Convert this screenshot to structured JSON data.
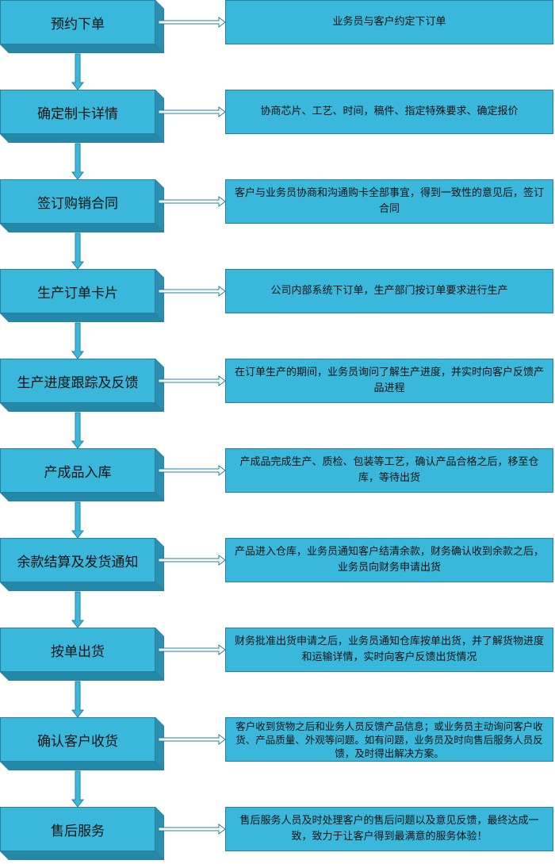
{
  "steps": [
    {
      "title": "预约下单",
      "desc": "业务员与客户约定下订单"
    },
    {
      "title": "确定制卡详情",
      "desc": "协商芯片、工艺、时间，稿件、指定特殊要求、确定报价"
    },
    {
      "title": "签订购销合同",
      "desc": "客户与业务员协商和沟通购卡全部事宜，得到一致性的意见后，签订合同"
    },
    {
      "title": "生产订单卡片",
      "desc": "公司内部系统下订单，生产部门按订单要求进行生产"
    },
    {
      "title": "生产进度跟踪及反馈",
      "desc": "在订单生产的期间，业务员询问了解生产进度，并实时向客户反馈产品进程"
    },
    {
      "title": "产成品入库",
      "desc": "产成品完成生产、质检、包装等工艺，确认产品合格之后，移至仓库，等待出货"
    },
    {
      "title": "余款结算及发货通知",
      "desc": "产品进入仓库，业务员通知客户结清余款，财务确认收到余款之后，业务员向财务申请出货"
    },
    {
      "title": "按单出货",
      "desc": "财务批准出货申请之后，业务员通知仓库按单出货，并了解货物进度和运输详情，实时向客户反馈出货情况"
    },
    {
      "title": "确认客户收货",
      "desc": "客户收到货物之后和业务人员反馈产品信息；或业务员主动询问客户收货、产品质量、外观等问题。如有问题，业务员及时向售后服务人员反馈，及时得出解决方案。"
    },
    {
      "title": "售后服务",
      "desc": "售后服务人员及时处理客户的售后问题以及意见反馈，最终达成一致，致力于让客户得到最满意的服务体验！"
    }
  ],
  "colors": {
    "box": "#3ab8dc",
    "edge": "#2a7f9c",
    "arrow": "#ffffff"
  }
}
